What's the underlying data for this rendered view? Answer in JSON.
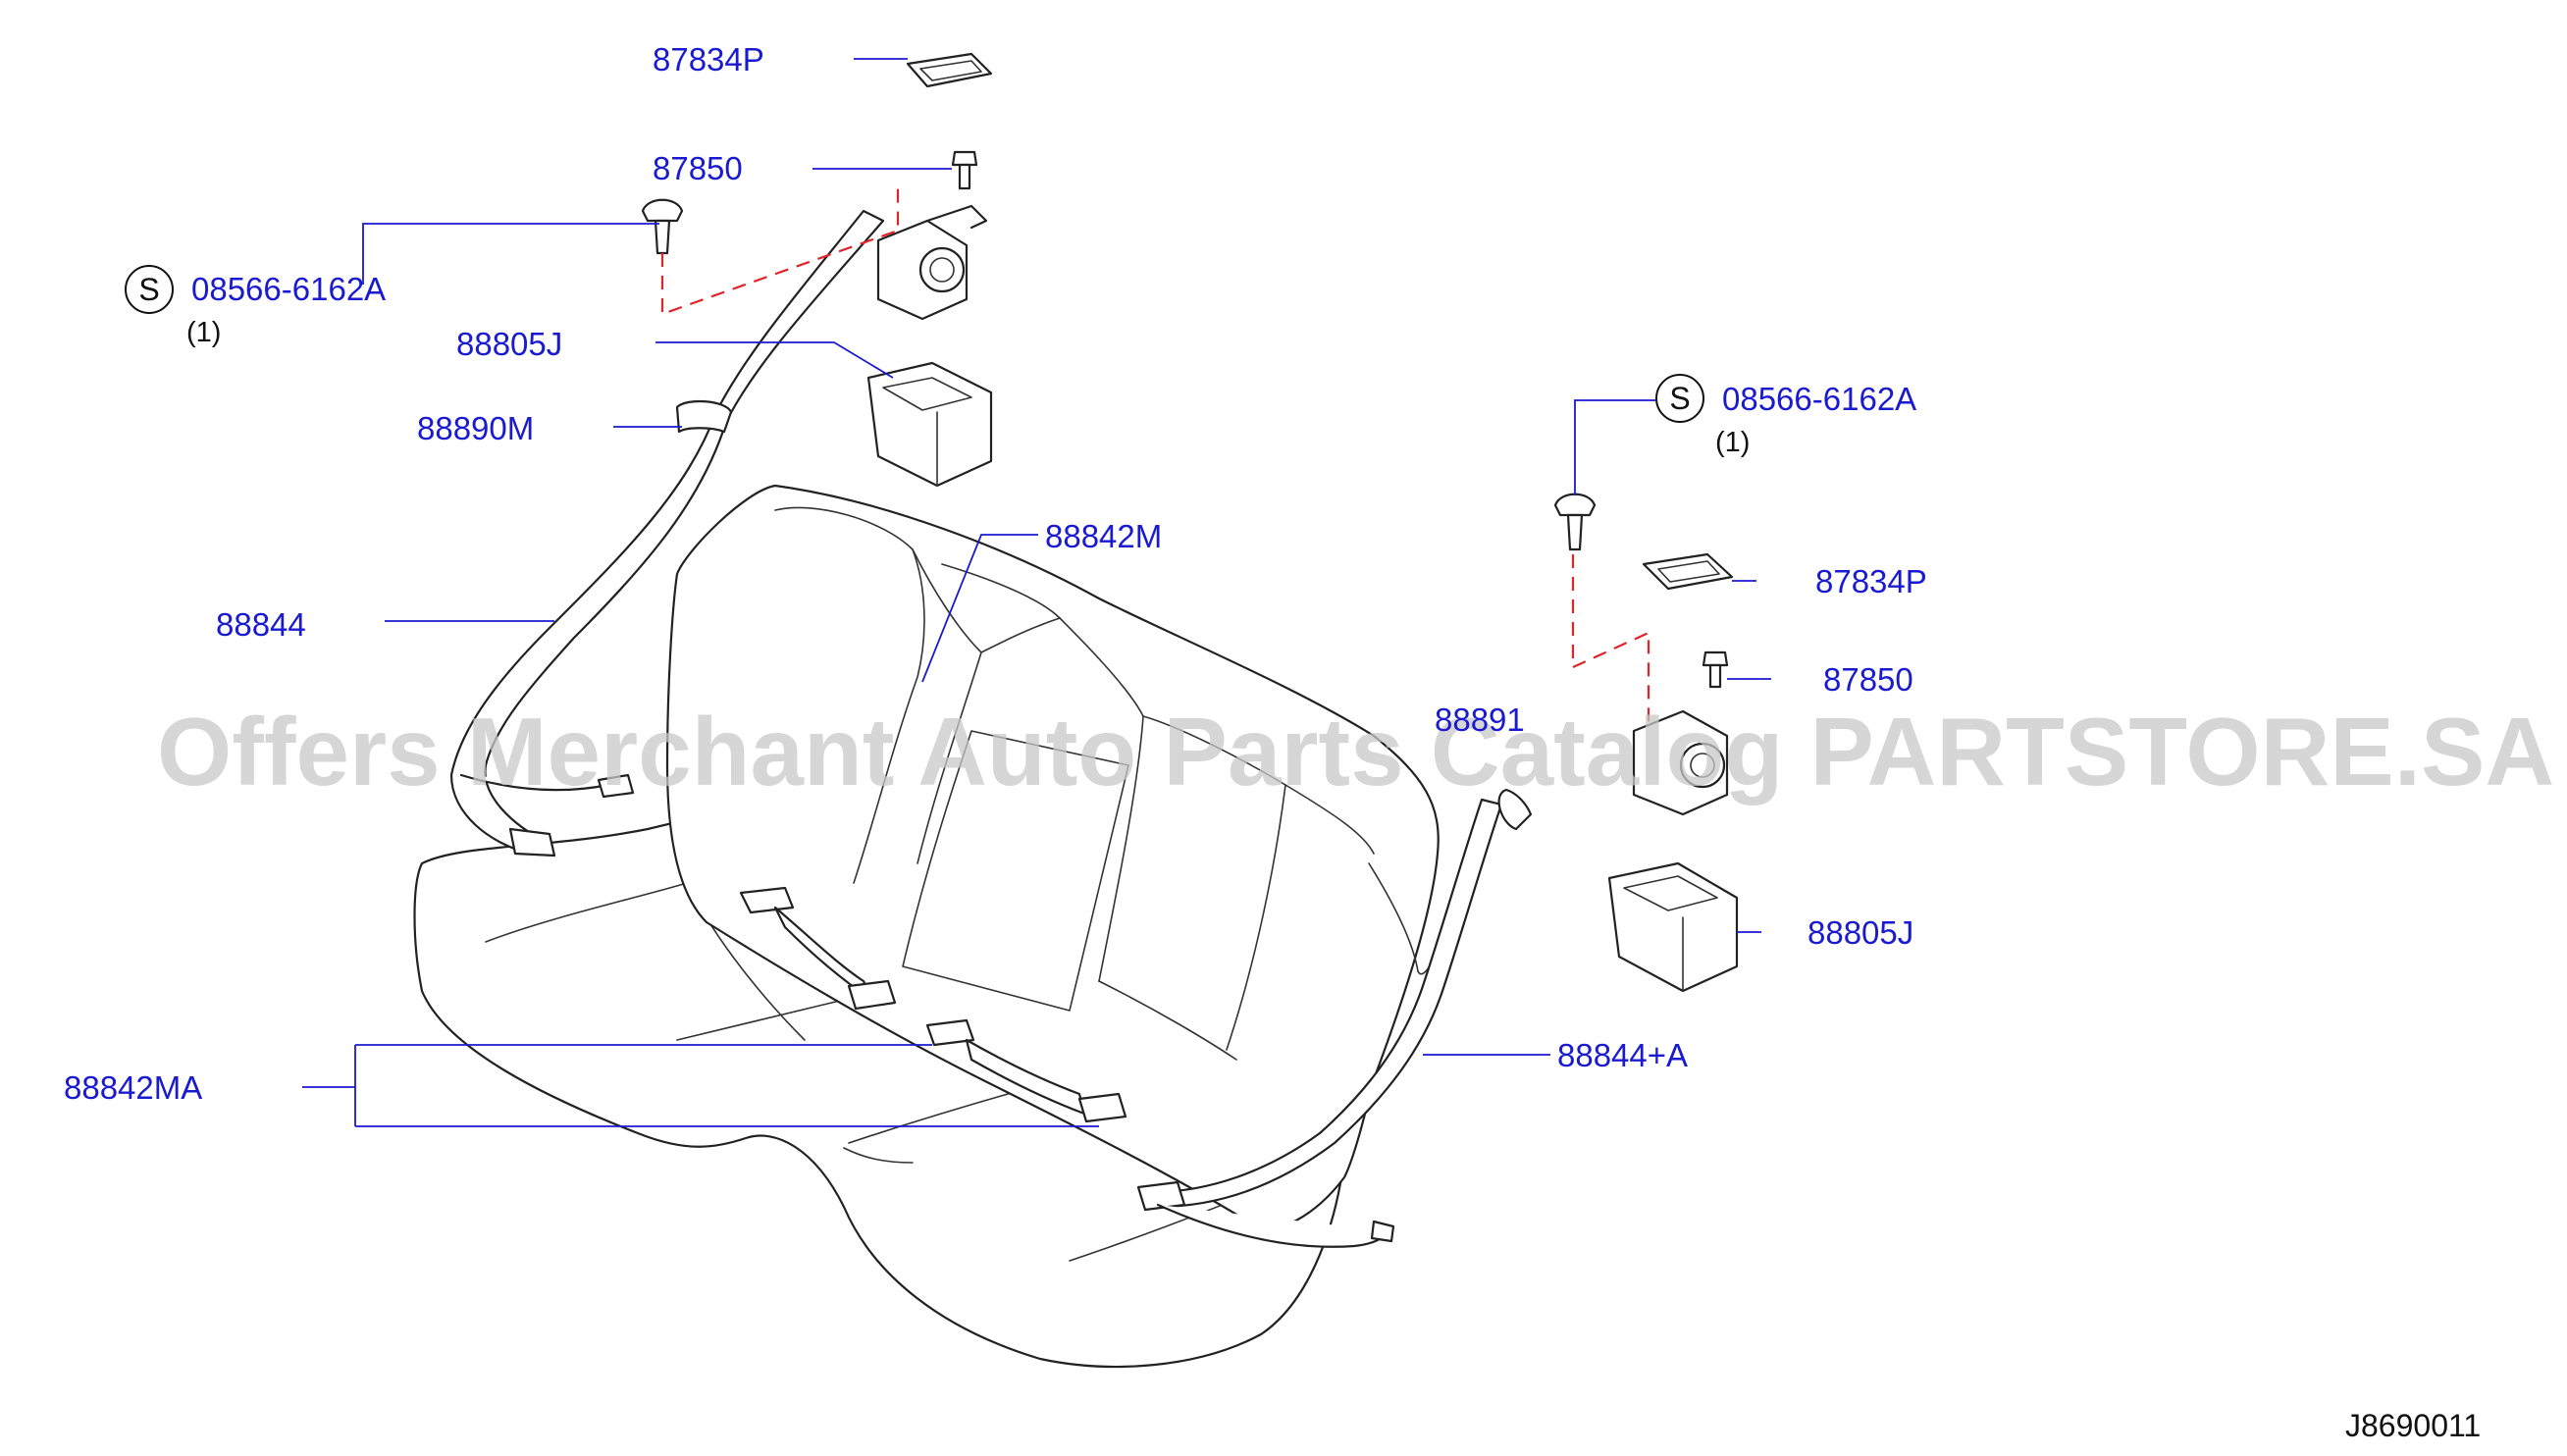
{
  "labels": {
    "p87834P_top": "87834P",
    "p87850_top": "87850",
    "p08566_left": "08566-6162A",
    "p08566_left_qty": "(1)",
    "p88805J_left": "88805J",
    "p88890M": "88890M",
    "p88844": "88844",
    "p88842M": "88842M",
    "p08566_right": "08566-6162A",
    "p08566_right_qty": "(1)",
    "p87834P_right": "87834P",
    "p87850_right": "87850",
    "p88891": "88891",
    "p88805J_right": "88805J",
    "p88844A": "88844+A",
    "p88842MA": "88842MA",
    "s_mark": "S"
  },
  "watermark": "Offers Merchant Auto Parts Catalog PARTSTORE.SA",
  "diagram_code": "J8690011",
  "colors": {
    "label_blue": "#1a1ad0",
    "dashed_red": "#e0242a",
    "line_dark": "#222222",
    "watermark_gray": "#c8c8c8"
  }
}
